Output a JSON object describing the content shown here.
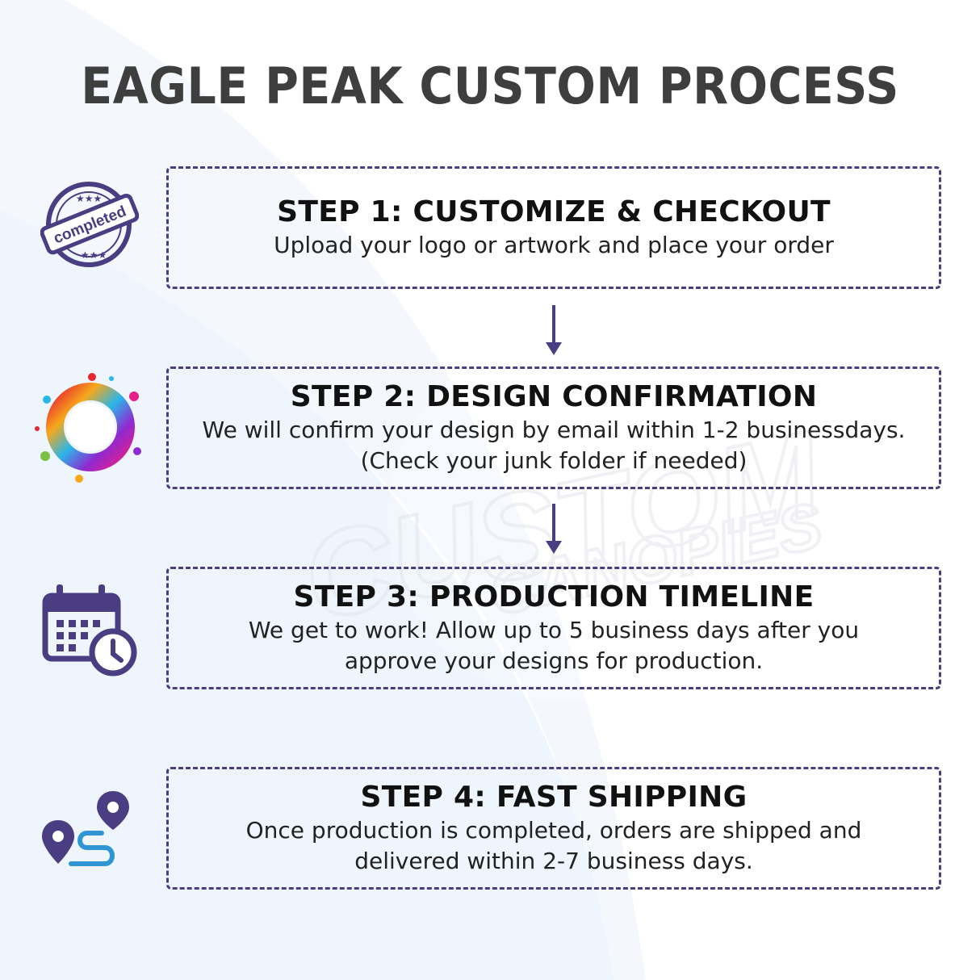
{
  "title": "EAGLE PEAK CUSTOM PROCESS",
  "steps": [
    {
      "title": "STEP 1: CUSTOMIZE & CHECKOUT",
      "description": "Upload your logo or artwork and place your order",
      "icon": "completed-stamp-icon"
    },
    {
      "title": "STEP 2: DESIGN CONFIRMATION",
      "description": "We will confirm your design by email within 1-2 businessdays.\n(Check your junk folder if needed)",
      "icon": "paint-splash-icon"
    },
    {
      "title": "STEP 3: PRODUCTION TIMELINE",
      "description": "We get to work! Allow up to 5 business days after you\napprove your designs for production.",
      "icon": "calendar-clock-icon"
    },
    {
      "title": "STEP 4: FAST SHIPPING",
      "description": "Once production is completed, orders are shipped and\ndelivered within 2-7 business days.",
      "icon": "route-pins-icon"
    }
  ],
  "stamp_text": "completed",
  "watermark": {
    "line1": "CUSTOM",
    "line2": "CANOPIES"
  },
  "colors": {
    "accent": "#4a3d82",
    "title": "#3e3e3e",
    "route": "#2f95d5"
  }
}
